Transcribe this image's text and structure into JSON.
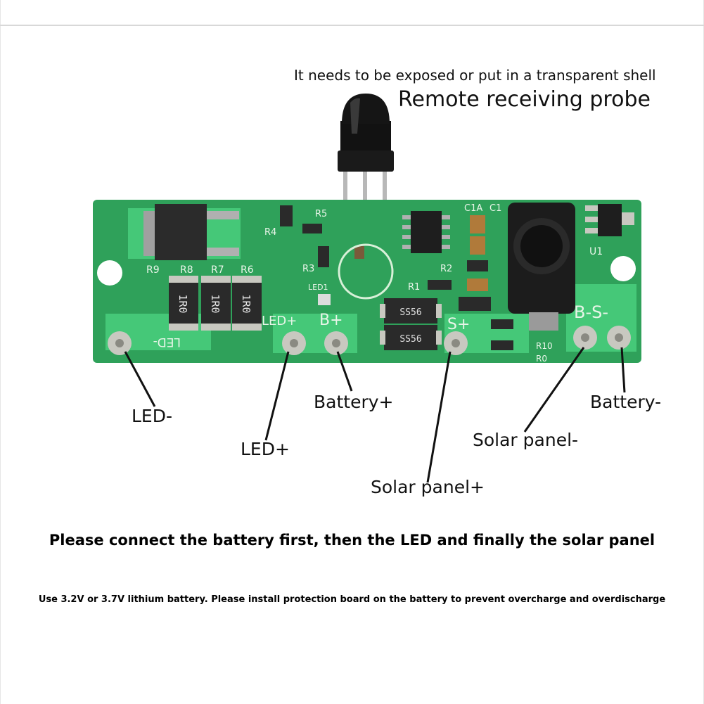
{
  "header": {
    "note": "It needs to be exposed or put in a transparent shell",
    "probe_label": "Remote receiving probe"
  },
  "pins": {
    "led_minus": "LED-",
    "led_plus": "LED+",
    "battery_plus": "Battery+",
    "solar_plus": "Solar panel+",
    "solar_minus": "Solar panel-",
    "battery_minus": "Battery-"
  },
  "silkscreen": {
    "led_minus_pad": "LED-",
    "led_plus_pad": "LED+",
    "b_plus": "B+",
    "s_plus": "S+",
    "s_minus_b_minus": "B-S-",
    "r9": "R9",
    "r8": "R8",
    "r7": "R7",
    "r6": "R6",
    "r4": "R4",
    "r5": "R5",
    "r3": "R3",
    "r1": "R1",
    "r2": "R2",
    "r0": "R0",
    "r10": "R10",
    "u1": "U1",
    "c1": "C1",
    "c1a": "C1A",
    "led1": "LED1",
    "resistor_value": "1R0",
    "diode_part": "SS56"
  },
  "instructions": {
    "main": "Please connect the battery first, then the LED and finally the solar panel",
    "sub": "Use 3.2V or 3.7V lithium battery. Please install protection board on the battery to prevent overcharge and overdischarge"
  },
  "colors": {
    "pcb": "#2fa15a",
    "pcb_light": "#45c878",
    "pad": "#c8c8c0",
    "ink": "#111111"
  }
}
